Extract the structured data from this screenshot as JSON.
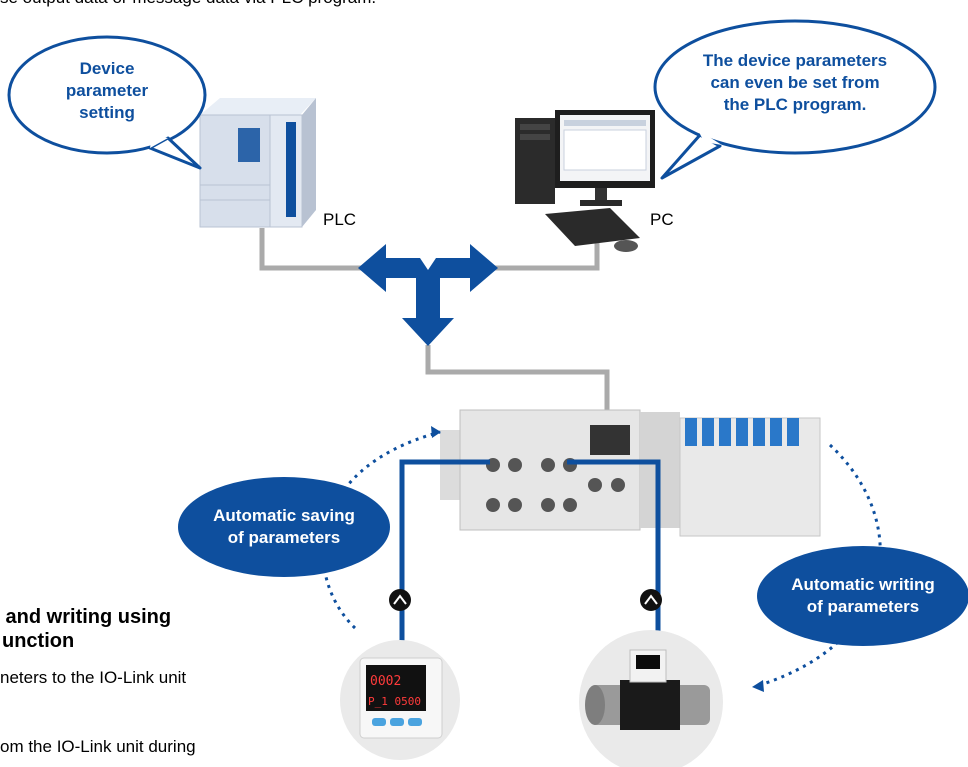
{
  "header_text": "se output data or message data via PLC program.",
  "bubbles": {
    "device_parameter_setting": "Device\nparameter\nsetting",
    "pc_note": "The device parameters\ncan even be set from\nthe PLC program.",
    "auto_saving": "Automatic saving\nof parameters",
    "auto_writing": "Automatic writing\nof parameters"
  },
  "labels": {
    "plc": "PLC",
    "pc": "PC"
  },
  "section": {
    "heading_line1": " and writing using",
    "heading_line2": "unction",
    "body_line1": "neters to the IO-Link unit",
    "body_line2": "om the IO-Link unit during"
  },
  "gauge_display": {
    "top": "0002",
    "bottom": "P_1 0500"
  },
  "colors": {
    "brand_blue": "#0e4f9e",
    "bubble_fill": "#ffffff",
    "connector_gray": "#aaaaaa"
  }
}
